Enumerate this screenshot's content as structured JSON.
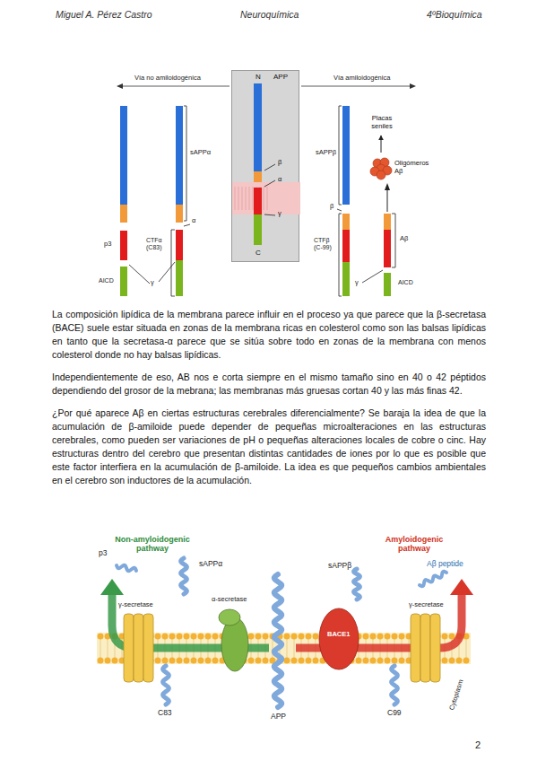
{
  "diagram": {
    "nodes": [
      {
        "text": [
          "N",
          "APP",
          "β",
          "α",
          "γ",
          "C"
        ]
      },
      {
        "text": [
          "Placas seniles"
        ]
      },
      {
        "text": [
          "Oligómeros Aβ"
        ]
      }
    ],
    "edges": [
      {
        "from": 2,
        "to": 1,
        "arrow": "to"
      }
    ],
    "labels": [
      "Miguel A. Pérez Castro",
      "Neuroquímica",
      "4ºBioquímica",
      "Vía no amiloidogénica",
      "Vía amiloidogénica",
      "sAPPα",
      "α",
      "p3",
      "CTFα (C83)",
      "γ",
      "AICD",
      "sAPPβ",
      "β",
      "CTFβ (C-99)",
      "γ",
      "Aβ",
      "AICD",
      "La composición lipídica de la membrana parece influir en el proceso ya que parece que la β-secretasa (BACE) suele estar situada en zonas de la membrana ricas en colesterol como son las balsas lipídicas en tanto que la secretasa-α parece que se sitúa sobre todo en zonas de la membrana con menos colesterol donde no hay balsas lipídicas.",
      "Independientemente de eso, AB nos e corta siempre en el mismo tamaño sino en 40 o 42 péptidos dependiendo del grosor de la mebrana; las membranas más gruesas cortan 40 y las más finas 42.",
      "¿Por qué aparece Aβ en ciertas estructuras cerebrales diferencialmente? Se baraja la idea de que la acumulación de β-amiloide puede depender de pequeñas microalteraciones en las estructuras cerebrales, como pueden ser variaciones de pH o pequeñas alteraciones locales de cobre o cinc. Hay estructuras dentro del cerebro que presentan distintas cantidades de iones por lo que es posible que este factor interfiera en la acumulación de β-amiloide. La idea es que pequeños cambios ambientales en el cerebro son inductores de la acumulación.",
      "Non-amyloidogenic pathway",
      "Amyloidogenic pathway",
      "p3",
      "sAPPα",
      "γ-secretase",
      "α-secretase",
      "sAPPβ",
      "BACE1",
      "Aβ peptide",
      "γ-secretase",
      "C83",
      "APP",
      "C99",
      "Cytoplasm",
      "2"
    ]
  }
}
